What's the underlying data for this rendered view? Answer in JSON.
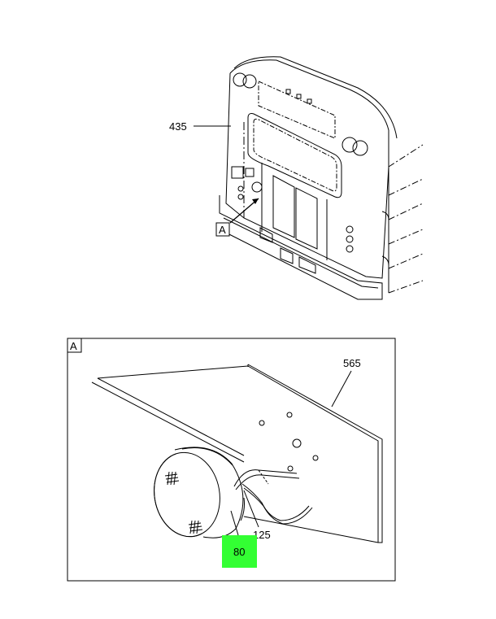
{
  "callouts": {
    "bus_body": "435",
    "detail_ref": "A",
    "detail_frame": "A",
    "panel": "565",
    "wire": "125",
    "lamp": "80"
  },
  "colors": {
    "line": "#000000",
    "highlight": "#33ff33"
  }
}
